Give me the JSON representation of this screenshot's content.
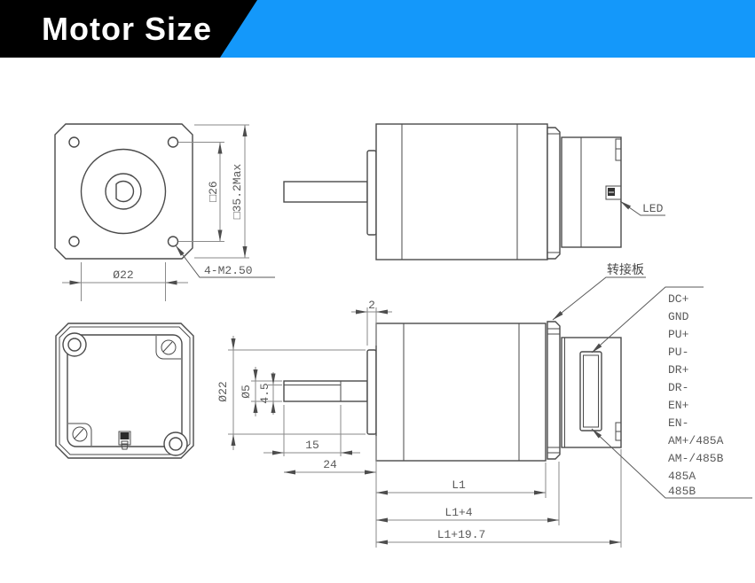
{
  "header": {
    "title": "Motor Size"
  },
  "colors": {
    "accent_blue": "#1498fa",
    "banner_black": "#000000",
    "outline": "#4a4a4a",
    "dim_line": "#8a8a8a",
    "dim_text": "#5a5a5a"
  },
  "front_view": {
    "dim_bolt_spacing": "□26",
    "dim_flange_size": "□35.2Max",
    "dim_pilot_diameter": "Ø22",
    "mounting_holes_label": "4-M2.50"
  },
  "side_view": {
    "led_label": "LED"
  },
  "adapter_board_label": "转接板",
  "dimension_view": {
    "dim_boss_thickness": "2",
    "dim_pilot_diameter": "Ø22",
    "dim_shaft_diameter": "Ø5",
    "dim_shaft_flat": "4.5",
    "dim_flat_length": "15",
    "dim_shaft_length": "24",
    "dim_body_length": "L1",
    "dim_with_adapter": "L1+4",
    "dim_overall_length": "L1+19.7"
  },
  "pins": [
    "DC+",
    "GND",
    "PU+",
    "PU-",
    "DR+",
    "DR-",
    "EN+",
    "EN-",
    "AM+/485A",
    "AM-/485B",
    "485A",
    "485B"
  ]
}
